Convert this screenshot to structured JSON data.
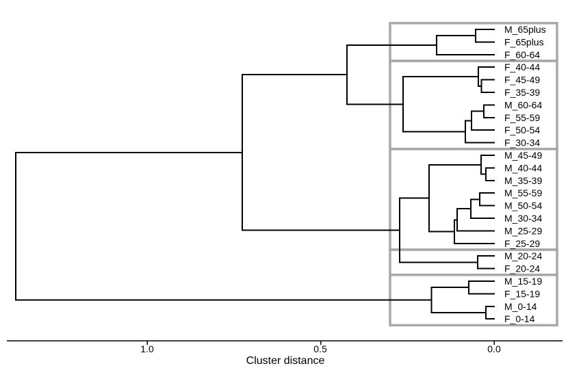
{
  "chart_data": {
    "type": "dendrogram",
    "orientation": "horizontal",
    "xlabel": "Cluster distance",
    "x_axis": {
      "title": "Cluster distance",
      "tick_labels": [
        "1.0",
        "0.5",
        "0.0"
      ],
      "tick_values": [
        1.0,
        0.5,
        0.0
      ],
      "direction": "distance-increases-leftward",
      "range_shown": [
        1.4,
        -0.04
      ]
    },
    "leaf_order": [
      "M_65plus",
      "F_65plus",
      "F_60-64",
      "F_40-44",
      "F_45-49",
      "F_35-39",
      "M_60-64",
      "F_55-59",
      "F_50-54",
      "F_30-34",
      "M_45-49",
      "M_40-44",
      "M_35-39",
      "M_55-59",
      "M_50-54",
      "M_30-34",
      "M_25-29",
      "F_25-29",
      "M_20-24",
      "F_20-24",
      "M_15-19",
      "F_15-19",
      "M_0-14",
      "F_0-14"
    ],
    "tree": {
      "h": 1.379,
      "children": [
        {
          "h": 0.726,
          "children": [
            {
              "h": 0.424,
              "children": [
                {
                  "h": 0.166,
                  "children": [
                    {
                      "h": 0.053,
                      "children": [
                        "M_65plus",
                        "F_65plus"
                      ]
                    },
                    "F_60-64"
                  ]
                },
                {
                  "h": 0.262,
                  "children": [
                    {
                      "h": 0.045,
                      "children": [
                        "F_40-44",
                        {
                          "h": 0.036,
                          "children": [
                            "F_45-49",
                            "F_35-39"
                          ]
                        }
                      ]
                    },
                    {
                      "h": 0.083,
                      "children": [
                        {
                          "h": 0.065,
                          "children": [
                            {
                              "h": 0.03,
                              "children": [
                                "M_60-64",
                                "F_55-59"
                              ]
                            },
                            "F_50-54"
                          ]
                        },
                        "F_30-34"
                      ]
                    }
                  ]
                }
              ]
            },
            {
              "h": 0.272,
              "children": [
                {
                  "h": 0.187,
                  "children": [
                    {
                      "h": 0.037,
                      "children": [
                        "M_45-49",
                        {
                          "h": 0.024,
                          "children": [
                            "M_40-44",
                            "M_35-39"
                          ]
                        }
                      ]
                    },
                    {
                      "h": 0.114,
                      "children": [
                        {
                          "h": 0.107,
                          "children": [
                            {
                              "h": 0.067,
                              "children": [
                                {
                                  "h": 0.041,
                                  "children": [
                                    "M_55-59",
                                    "M_50-54"
                                  ]
                                },
                                "M_30-34"
                              ]
                            },
                            "M_25-29"
                          ]
                        },
                        "F_25-29"
                      ]
                    }
                  ]
                },
                {
                  "h": 0.047,
                  "children": [
                    "M_20-24",
                    "F_20-24"
                  ]
                }
              ]
            }
          ]
        },
        {
          "h": 0.18,
          "children": [
            {
              "h": 0.073,
              "children": [
                "M_15-19",
                "F_15-19"
              ]
            },
            {
              "h": 0.024,
              "children": [
                "M_0-14",
                "F_0-14"
              ]
            }
          ]
        }
      ]
    },
    "cluster_boxes": [
      {
        "leaf_range": [
          0,
          2
        ],
        "leaves": [
          "M_65plus",
          "F_65plus",
          "F_60-64"
        ]
      },
      {
        "leaf_range": [
          3,
          9
        ],
        "leaves": [
          "F_40-44",
          "F_45-49",
          "F_35-39",
          "M_60-64",
          "F_55-59",
          "F_50-54",
          "F_30-34"
        ]
      },
      {
        "leaf_range": [
          10,
          17
        ],
        "leaves": [
          "M_45-49",
          "M_40-44",
          "M_35-39",
          "M_55-59",
          "M_50-54",
          "M_30-34",
          "M_25-29",
          "F_25-29"
        ]
      },
      {
        "leaf_range": [
          18,
          19
        ],
        "leaves": [
          "M_20-24",
          "F_20-24"
        ]
      },
      {
        "leaf_range": [
          20,
          23
        ],
        "leaves": [
          "M_15-19",
          "F_15-19",
          "M_0-14",
          "F_0-14"
        ]
      }
    ],
    "colors": {
      "line": "#000000",
      "box_border": "#a8a8a8",
      "text": "#000000",
      "background": "#ffffff"
    }
  }
}
